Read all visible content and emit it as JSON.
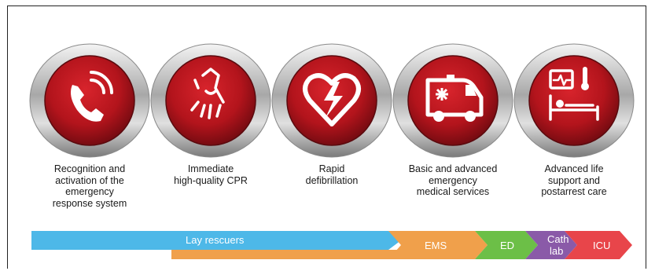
{
  "steps": [
    {
      "label": "Recognition and\nactivation of the\nemergency\nresponse system",
      "icon": "phone-icon"
    },
    {
      "label": "Immediate\nhigh-quality CPR",
      "icon": "cpr-hands-icon"
    },
    {
      "label": "Rapid\ndefibrillation",
      "icon": "heart-defibrillation-icon"
    },
    {
      "label": "Basic and advanced\nemergency\nmedical services",
      "icon": "ambulance-icon"
    },
    {
      "label": "Advanced life\nsupport and\npostarrest care",
      "icon": "hospital-bed-icon"
    }
  ],
  "providers": {
    "lay_rescuers": "Lay rescuers",
    "ems": "EMS",
    "ed": "ED",
    "cath_lab_line1": "Cath",
    "cath_lab_line2": "lab",
    "icu": "ICU"
  },
  "colors": {
    "link_red": "#b3141c",
    "chrome": "#c8c8c8",
    "lay_blue": "#4db8e8",
    "ems_orange": "#f0a04b",
    "ed_green": "#6cbf47",
    "cath_purple": "#8a5aa8",
    "icu_red": "#e8454a"
  }
}
